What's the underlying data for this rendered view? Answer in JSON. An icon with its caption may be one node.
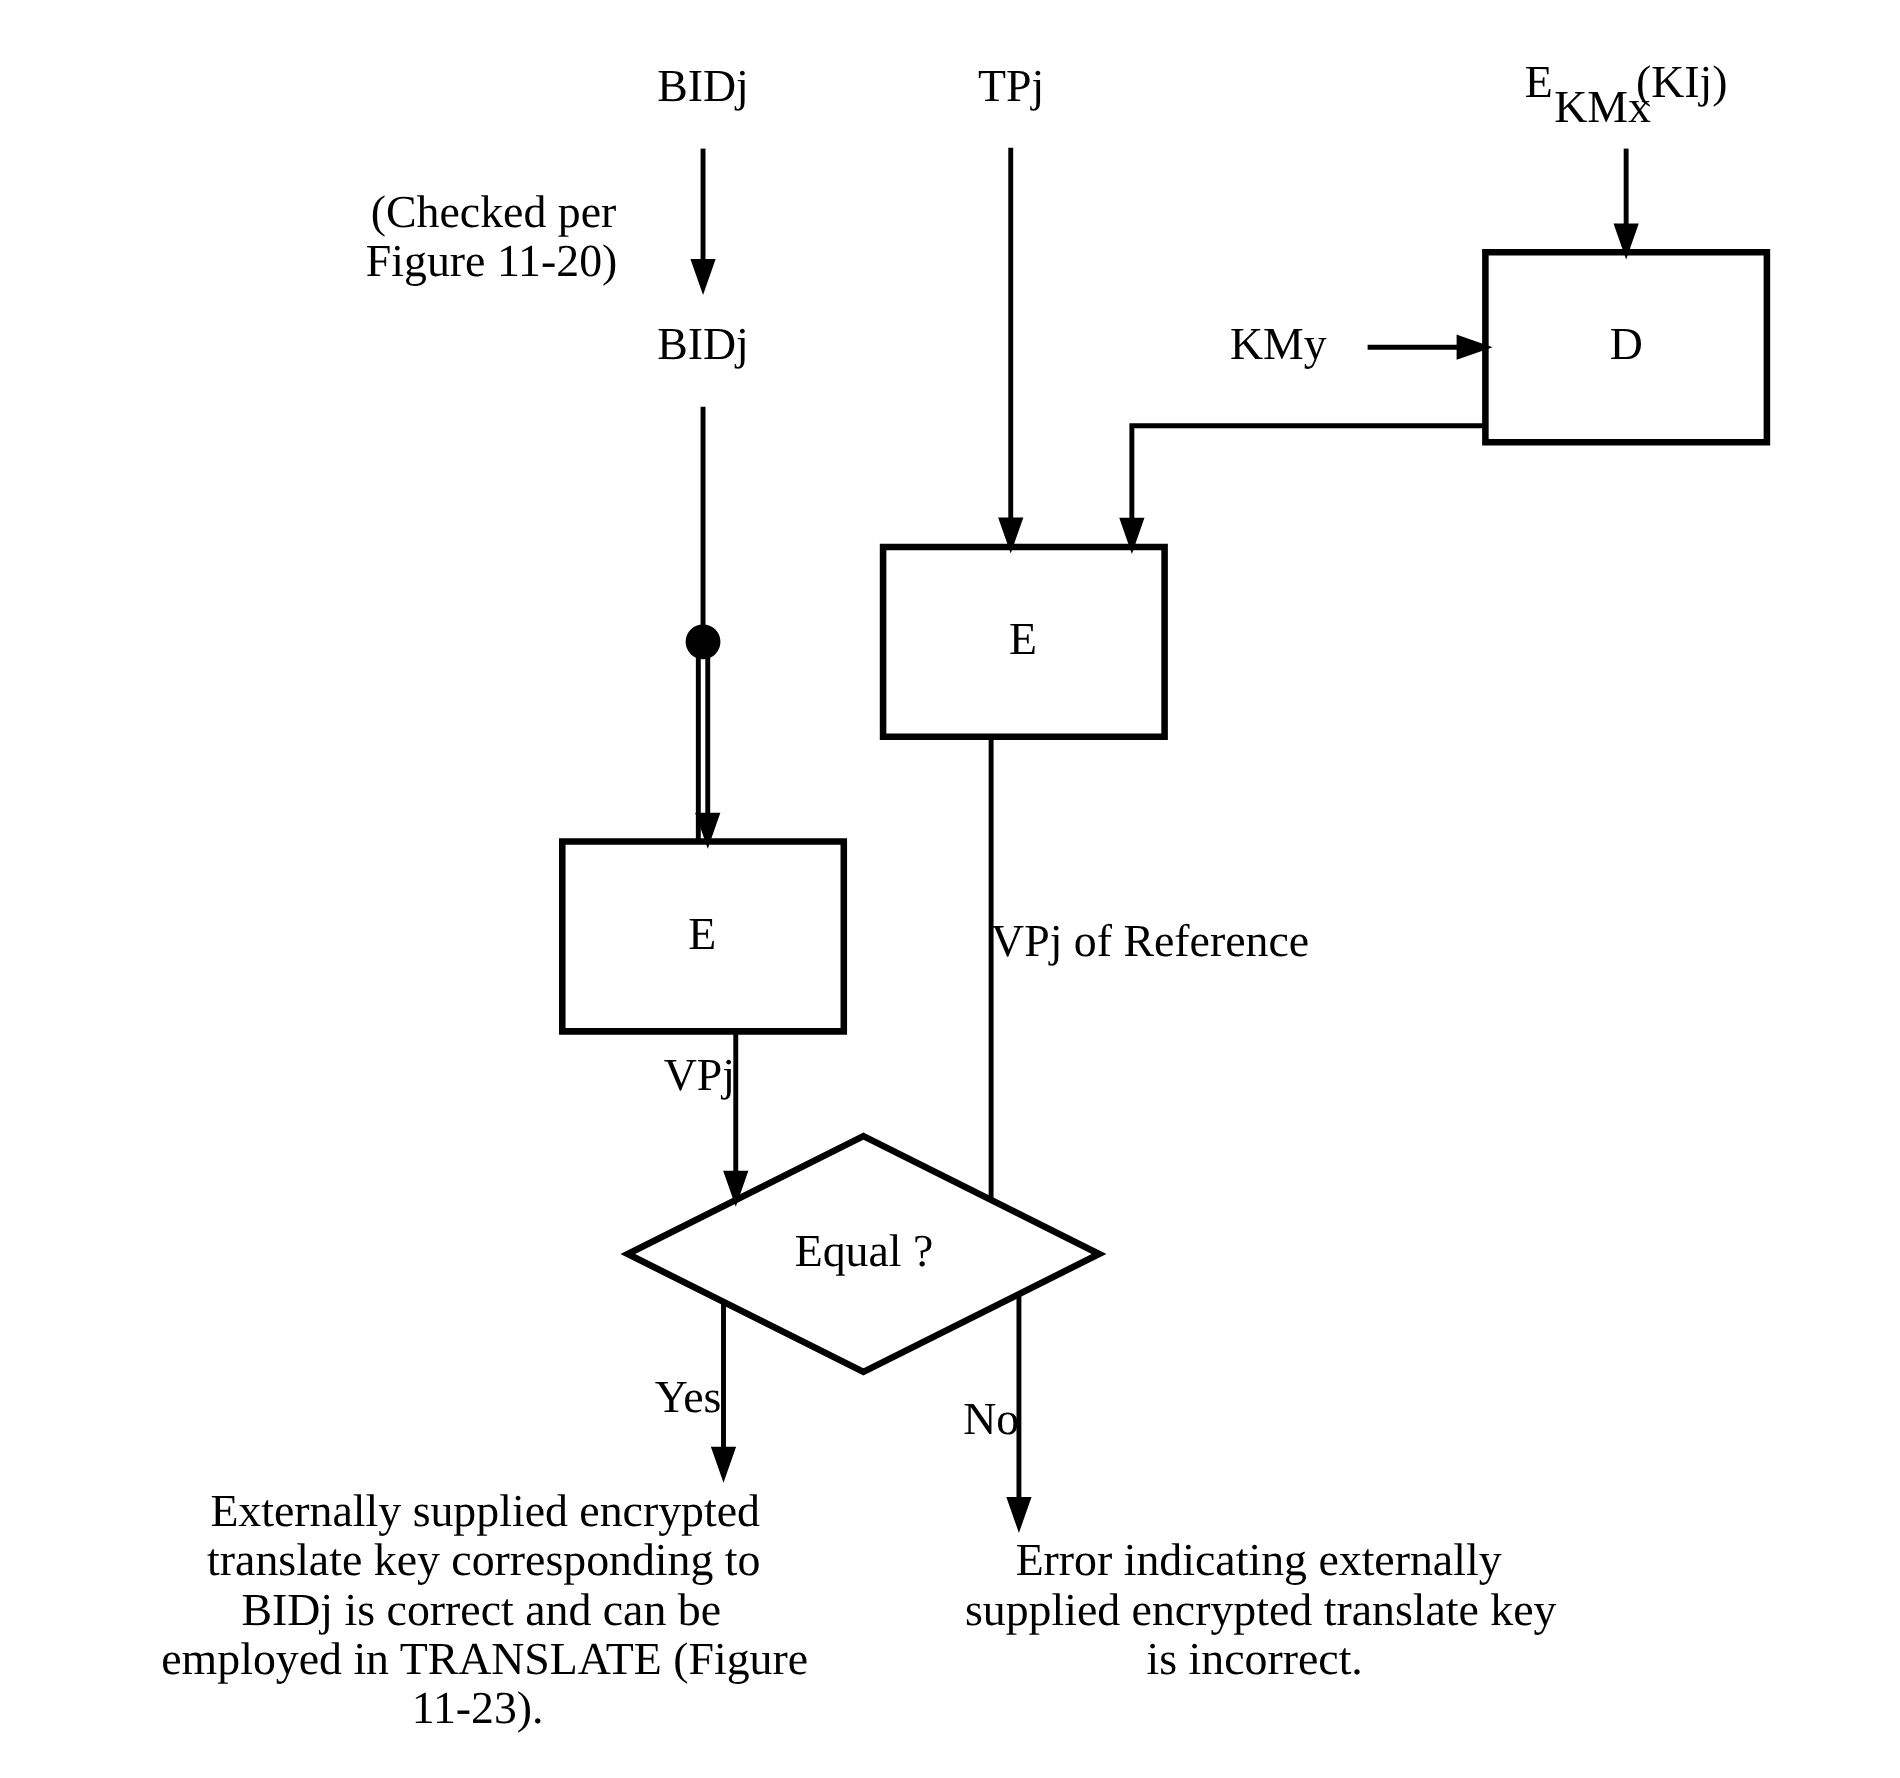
{
  "diagram": {
    "nodes": [
      {
        "text": [
          "BIDj"
        ]
      },
      {
        "text": [
          "E$_{KMx}$(KIj)"
        ]
      },
      {
        "text": [
          "TPj"
        ]
      },
      {
        "text": [
          "KMy"
        ]
      },
      {
        "text": [
          "D"
        ]
      },
      {
        "text": [
          "E"
        ]
      },
      {
        "text": [
          "BIDj"
        ],
        "beside": [
          "(Checked per Figure 11-20)"
        ]
      },
      {
        "text": [],
        "shape": "circle"
      },
      {
        "text": [
          "E"
        ]
      },
      {
        "text": [
          "Equal ?"
        ]
      },
      {
        "text": [
          "Externally supplied encrypted translate key corresponding to BIDj is correct and can be employed in TRANSLATE (Figure 11-23)."
        ]
      },
      {
        "text": [
          "Error indicating externally supplied encrypted translate key is incorrect."
        ]
      }
    ],
    "edges": [
      {
        "from": 0,
        "to": 6,
        "arrow": "to"
      },
      {
        "from": 1,
        "to": 4,
        "arrow": "to"
      },
      {
        "from": 3,
        "to": 4,
        "arrow": "to"
      },
      {
        "from": 4,
        "to": 5,
        "arrow": "to"
      },
      {
        "from": 2,
        "to": 5,
        "arrow": "to"
      },
      {
        "from": 6,
        "to": 7,
        "arrow": "none"
      },
      {
        "from": 7,
        "to": 8,
        "arrow": "none"
      },
      {
        "from": 7,
        "to": 8,
        "arrow": "to"
      },
      {
        "from": 8,
        "to": 9,
        "arrow": "to",
        "label": "VPj"
      },
      {
        "from": 5,
        "to": 9,
        "arrow": "none",
        "label": "VPj of Reference"
      },
      {
        "from": 9,
        "to": 10,
        "arrow": "to",
        "label": "Yes"
      },
      {
        "from": 9,
        "to": 11,
        "arrow": "to",
        "label": "No"
      }
    ]
  }
}
